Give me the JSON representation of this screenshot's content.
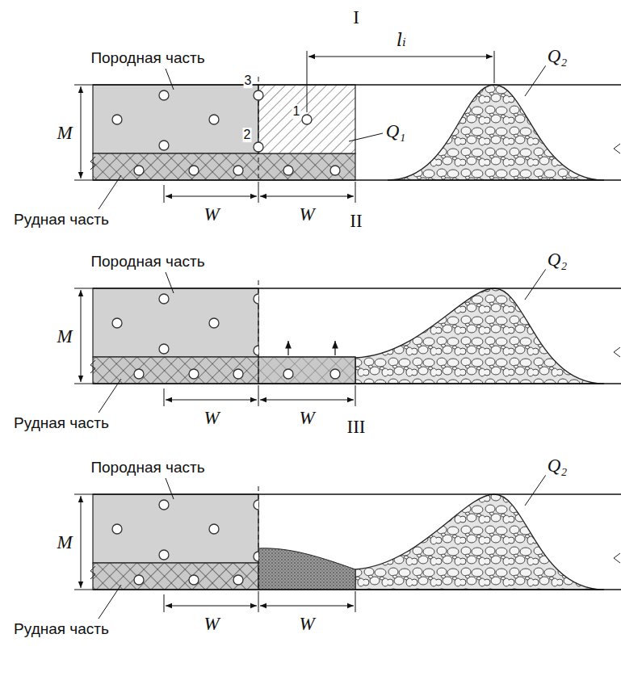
{
  "diagram": {
    "labels": [
      "I",
      "Породная часть",
      "M",
      "3",
      "1",
      "Q₁",
      "lᵢ",
      "Q₂",
      "2",
      "Рудная часть",
      "W",
      "W",
      "II",
      "Породная часть",
      "M",
      "Q₂",
      "Рудная часть",
      "W",
      "W",
      "III",
      "Породная часть",
      "M",
      "Q₂",
      "Рудная часть",
      "W",
      "W"
    ]
  }
}
